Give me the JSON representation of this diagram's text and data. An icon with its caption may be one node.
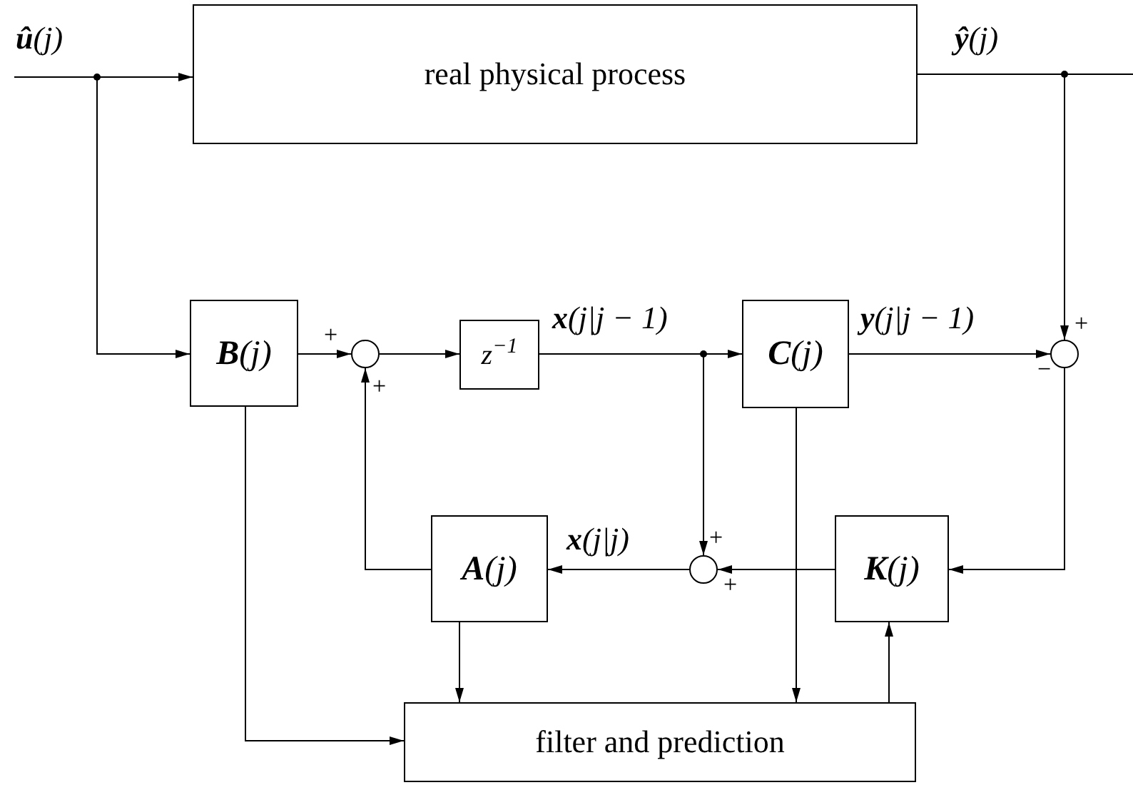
{
  "diagram": {
    "nodes": [
      {
        "text": [
          "real physical process"
        ]
      },
      {
        "text": [
          "**B**(j)"
        ]
      },
      {
        "text": [],
        "shape": "circle"
      },
      {
        "text": [
          "z$^{−1}$"
        ]
      },
      {
        "text": [
          "**C**(j)"
        ]
      },
      {
        "text": [],
        "shape": "circle"
      },
      {
        "text": [
          "**A**(j)"
        ]
      },
      {
        "text": [],
        "shape": "circle"
      },
      {
        "text": [
          "**K**(j)"
        ]
      },
      {
        "text": [
          "filter and prediction"
        ]
      }
    ],
    "edges": [
      {
        "from": null,
        "to": 0,
        "arrow": "to",
        "label": "**û**(j)"
      },
      {
        "from": null,
        "to": 1,
        "arrow": "to"
      },
      {
        "from": 0,
        "to": null,
        "arrow": "none",
        "label": "**ŷ**(j)"
      },
      {
        "from": 0,
        "to": 5,
        "arrow": "to"
      },
      {
        "from": 1,
        "to": 2,
        "arrow": "to"
      },
      {
        "from": 2,
        "to": 3,
        "arrow": "to"
      },
      {
        "from": 3,
        "to": 4,
        "arrow": "to",
        "label": "**x**(j|j − 1)"
      },
      {
        "from": 3,
        "to": 7,
        "arrow": "to"
      },
      {
        "from": 4,
        "to": 5,
        "arrow": "to",
        "label": "**y**(j|j − 1)"
      },
      {
        "from": 5,
        "to": 8,
        "arrow": "to"
      },
      {
        "from": 8,
        "to": 7,
        "arrow": "to"
      },
      {
        "from": 7,
        "to": 6,
        "arrow": "to",
        "label": "**x**(j|j)"
      },
      {
        "from": 6,
        "to": 2,
        "arrow": "to"
      },
      {
        "from": 1,
        "to": 9,
        "arrow": "to"
      },
      {
        "from": 6,
        "to": 9,
        "arrow": "to"
      },
      {
        "from": 4,
        "to": 9,
        "arrow": "to"
      },
      {
        "from": 9,
        "to": 8,
        "arrow": "to"
      }
    ],
    "labels": [
      "+",
      "+",
      "−",
      "+",
      "+",
      "+"
    ]
  }
}
